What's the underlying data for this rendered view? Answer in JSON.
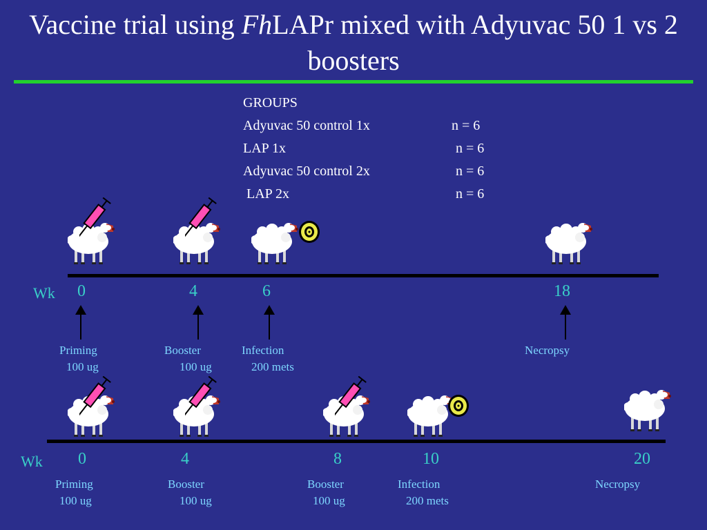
{
  "title": {
    "part1": "Vaccine trial using ",
    "italic": "Fh",
    "part2": "LAPr mixed with Adyuvac 50 1 vs 2 boosters"
  },
  "groups": {
    "header": "GROUPS",
    "rows": [
      {
        "name": "Adyuvac 50 control 1x",
        "n": "n = 6"
      },
      {
        "name": "LAP 1x",
        "n": "n = 6"
      },
      {
        "name": "Adyuvac 50 control 2x",
        "n": "n = 6"
      },
      {
        "name": " LAP 2x",
        "n": "n = 6"
      }
    ]
  },
  "timeline1": {
    "wk_label": "Wk",
    "weeks": [
      "0",
      "4",
      "6",
      "18"
    ],
    "events": [
      {
        "name": "Priming",
        "dose": "100 ug"
      },
      {
        "name": "Booster",
        "dose": "100 ug"
      },
      {
        "name": "Infection",
        "dose": "200 mets"
      },
      {
        "name": "Necropsy",
        "dose": ""
      }
    ]
  },
  "timeline2": {
    "wk_label": "Wk",
    "weeks": [
      "0",
      "4",
      "8",
      "10",
      "20"
    ],
    "events": [
      {
        "name": "Priming",
        "dose": "100 ug"
      },
      {
        "name": "Booster",
        "dose": "100 ug"
      },
      {
        "name": "Booster",
        "dose": "100 ug"
      },
      {
        "name": "Infection",
        "dose": "200 mets"
      },
      {
        "name": "Necropsy",
        "dose": ""
      }
    ]
  },
  "icons": [
    "sheep-icon",
    "syringe-icon",
    "fluke-egg-icon"
  ],
  "colors": {
    "background": "#2b2e8c",
    "rule": "#22d12e",
    "week_numbers": "#3ad0c8",
    "event_labels": "#7ed7ff",
    "syringe": "#ff4fb4"
  }
}
